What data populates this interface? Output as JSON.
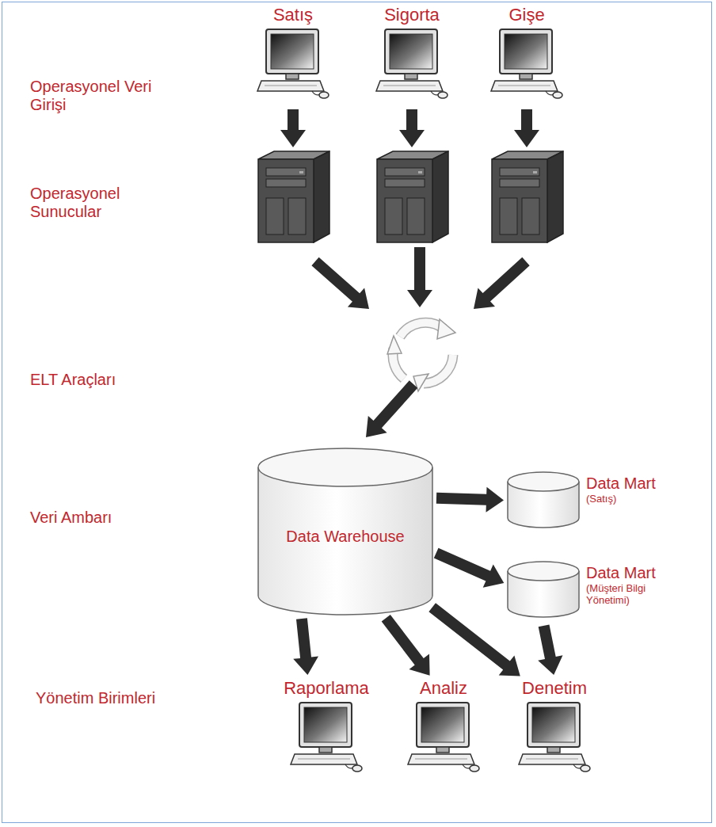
{
  "diagram": {
    "nodes": [
      {
        "text": [
          "Satış"
        ]
      },
      {
        "text": [
          "Sigorta"
        ]
      },
      {
        "text": [
          "Gişe"
        ]
      },
      {
        "text": [
          "Data Warehouse"
        ]
      },
      {
        "text": [
          "Data Mart",
          "(Satış)"
        ]
      },
      {
        "text": [
          "Data Mart",
          "(Müşteri Bilgi Yönetimi)"
        ]
      },
      {
        "text": [
          "Raporlama"
        ]
      },
      {
        "text": [
          "Analiz"
        ]
      },
      {
        "text": [
          "Denetim"
        ]
      }
    ],
    "edges": [
      {
        "from": 3,
        "to": 4,
        "arrow": "to"
      },
      {
        "from": 3,
        "to": 5,
        "arrow": "to"
      },
      {
        "from": 3,
        "to": 6,
        "arrow": "to"
      },
      {
        "from": 3,
        "to": 7,
        "arrow": "to"
      },
      {
        "from": 3,
        "to": 8,
        "arrow": "to"
      },
      {
        "from": 5,
        "to": 8,
        "arrow": "to"
      }
    ],
    "labels": [
      "Operasyonel Veri Girişi",
      "Operasyonel Sunucular",
      "ELT Araçları",
      "Veri Ambarı",
      "Yönetim Birimleri"
    ]
  }
}
